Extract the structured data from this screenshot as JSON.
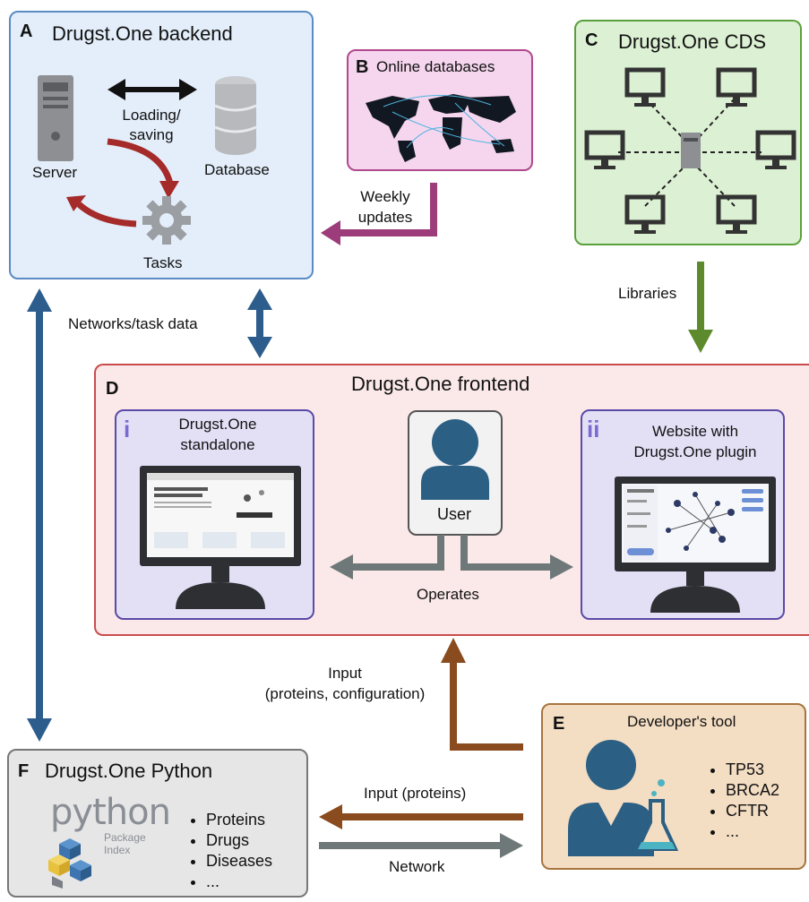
{
  "panel_a": {
    "letter": "A",
    "title": "Drugst.One backend",
    "arrow_label": "Loading/\nsaving",
    "server_label": "Server",
    "database_label": "Database",
    "tasks_label": "Tasks"
  },
  "panel_b": {
    "letter": "B",
    "title": "Online databases",
    "arrow_label": "Weekly\nupdates"
  },
  "panel_c": {
    "letter": "C",
    "title": "Drugst.One CDS",
    "arrow_label": "Libraries"
  },
  "network_label": "Networks/task data",
  "panel_d": {
    "letter": "D",
    "title": "Drugst.One frontend",
    "sub_i": {
      "numeral": "i",
      "title": "Drugst.One\nstandalone"
    },
    "sub_ii": {
      "numeral": "ii",
      "title": "Website with\nDrugst.One plugin"
    },
    "user_label": "User",
    "operates_label": "Operates"
  },
  "input_label": "Input\n(proteins, configuration)",
  "panel_e": {
    "letter": "E",
    "title": "Developer's tool",
    "items": [
      "TP53",
      "BRCA2",
      "CFTR",
      "..."
    ]
  },
  "panel_f": {
    "letter": "F",
    "title": "Drugst.One Python",
    "python_logo": "python",
    "python_sub": "Package\nIndex",
    "items": [
      "Proteins",
      "Drugs",
      "Diseases",
      "..."
    ]
  },
  "arrow_input_proteins": "Input (proteins)",
  "arrow_network": "Network",
  "colors": {
    "blue_arrow": "#2c5d8c",
    "purple_arrow": "#9c3c7a",
    "green_arrow": "#5c8a2c",
    "brown_arrow": "#8a4b1e",
    "grey_arrow": "#6f7878",
    "red_arrow": "#a52a2a"
  }
}
